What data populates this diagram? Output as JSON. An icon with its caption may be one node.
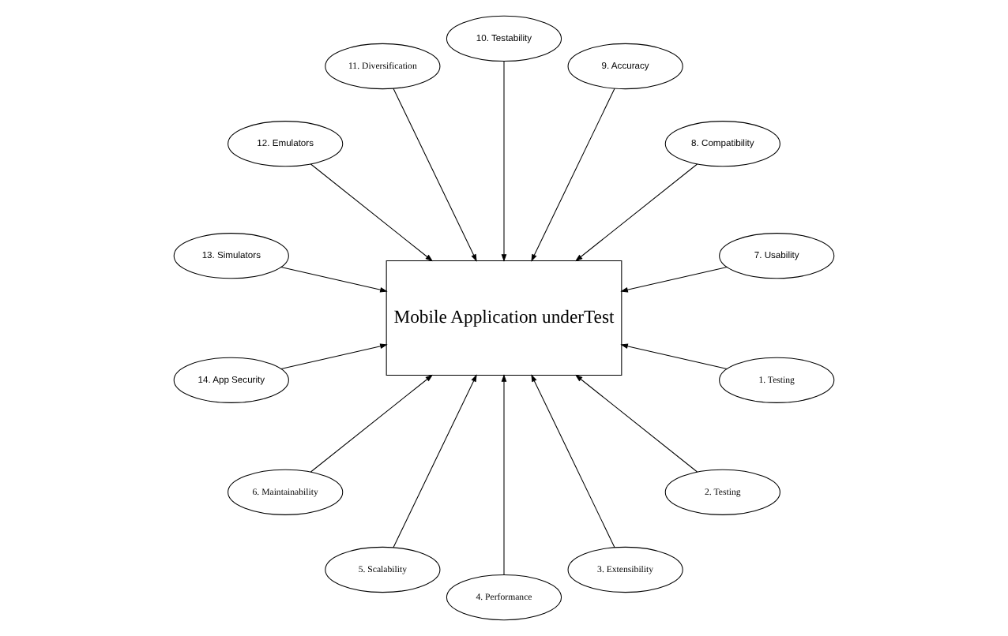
{
  "diagram": {
    "nodes": [
      {
        "text": [
          "Mobile Application underTest"
        ]
      },
      {
        "text": [
          "1. Testing"
        ]
      },
      {
        "text": [
          "2. Testing"
        ]
      },
      {
        "text": [
          "3. Extensibility"
        ]
      },
      {
        "text": [
          "4. Performance"
        ]
      },
      {
        "text": [
          "5. Scalability"
        ]
      },
      {
        "text": [
          "6. Maintainability"
        ]
      },
      {
        "text": [
          "7. Usability"
        ]
      },
      {
        "text": [
          "8. Compatibility"
        ]
      },
      {
        "text": [
          "9. Accuracy"
        ]
      },
      {
        "text": [
          "10. Testability"
        ]
      },
      {
        "text": [
          "11. Diversification"
        ]
      },
      {
        "text": [
          "12. Emulators"
        ]
      },
      {
        "text": [
          "13. Simulators"
        ]
      },
      {
        "text": [
          "14. App Security"
        ]
      }
    ],
    "edges": [
      {
        "from": 1,
        "to": 0,
        "arrow": "to"
      },
      {
        "from": 2,
        "to": 0,
        "arrow": "to"
      },
      {
        "from": 3,
        "to": 0,
        "arrow": "to"
      },
      {
        "from": 4,
        "to": 0,
        "arrow": "to"
      },
      {
        "from": 5,
        "to": 0,
        "arrow": "to"
      },
      {
        "from": 6,
        "to": 0,
        "arrow": "to"
      },
      {
        "from": 7,
        "to": 0,
        "arrow": "to"
      },
      {
        "from": 8,
        "to": 0,
        "arrow": "to"
      },
      {
        "from": 9,
        "to": 0,
        "arrow": "to"
      },
      {
        "from": 10,
        "to": 0,
        "arrow": "to"
      },
      {
        "from": 11,
        "to": 0,
        "arrow": "to"
      },
      {
        "from": 12,
        "to": 0,
        "arrow": "to"
      },
      {
        "from": 13,
        "to": 0,
        "arrow": "to"
      },
      {
        "from": 14,
        "to": 0,
        "arrow": "to"
      }
    ]
  }
}
